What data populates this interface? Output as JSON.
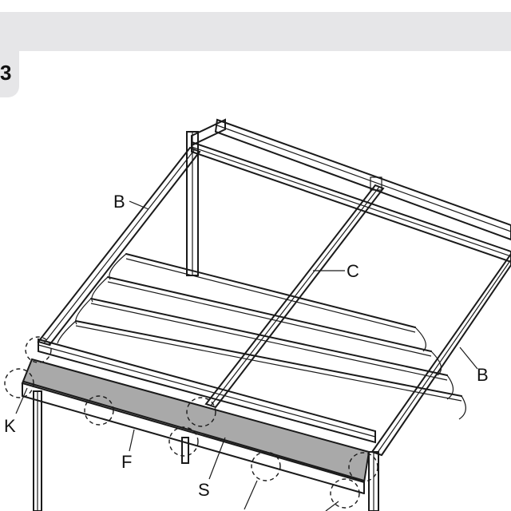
{
  "step": {
    "number": "3"
  },
  "callouts": {
    "beam_top": "B",
    "beam_right": "B",
    "center_rail": "C",
    "front_bar": "F",
    "shade": "S",
    "corner_bracket": "K"
  }
}
